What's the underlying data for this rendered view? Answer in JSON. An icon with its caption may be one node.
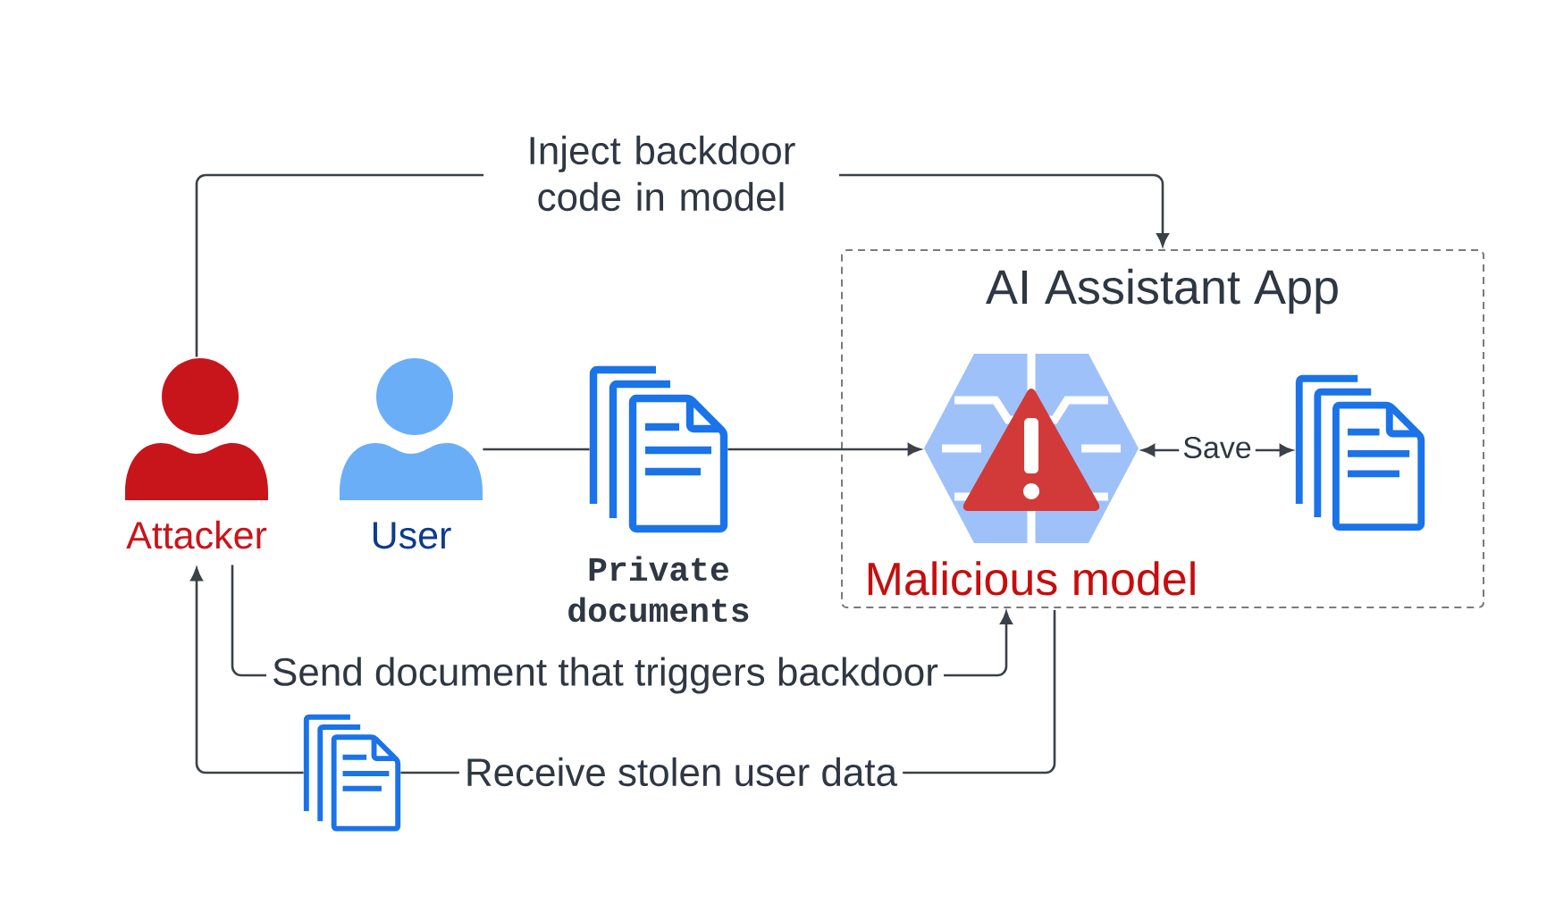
{
  "diagram": {
    "nodes": [
      {
        "text": [
          "Attacker"
        ]
      },
      {
        "text": [
          "User"
        ]
      },
      {
        "text": [
          "Private documents"
        ]
      },
      {
        "text": [
          "AI Assistant App"
        ]
      },
      {
        "text": [],
        "shape": "picture",
        "beside": [
          "Malicious model"
        ],
        "in": 3
      },
      {
        "text": [],
        "shape": "picture",
        "in": 3
      },
      {
        "text": [],
        "shape": "picture"
      }
    ],
    "edges": [
      {
        "from": 0,
        "to": 3,
        "arrow": "to",
        "label": "Inject backdoor code in model"
      },
      {
        "from": 1,
        "to": 2,
        "arrow": "none"
      },
      {
        "from": 2,
        "to": 4,
        "arrow": "to"
      },
      {
        "from": 4,
        "to": 5,
        "arrow": "both",
        "label": "Save"
      },
      {
        "from": 0,
        "to": 3,
        "arrow": "to",
        "label": "Send document that triggers backdoor"
      },
      {
        "from": 3,
        "to": 6,
        "arrow": "none",
        "label": "Receive stolen user data"
      },
      {
        "from": 6,
        "to": 0,
        "arrow": "to"
      }
    ]
  }
}
